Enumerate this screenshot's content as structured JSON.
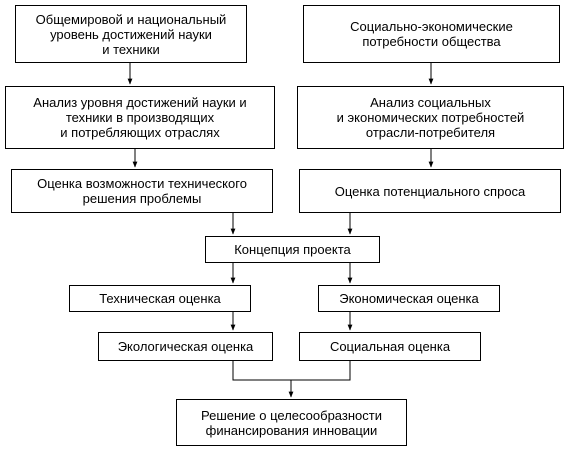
{
  "boxes": {
    "world_level": [
      "Общемировой и национальный",
      "уровень достижений науки",
      "и техники"
    ],
    "social_needs": [
      "Социально-экономические",
      "потребности общества"
    ],
    "analysis_science": [
      "Анализ уровня достижений науки и",
      "техники в производящих",
      "и потребляющих отраслях"
    ],
    "analysis_social": [
      "Анализ социальных",
      "и экономических потребностей",
      "отрасли-потребителя"
    ],
    "tech_possibility": [
      "Оценка возможности технического",
      "решения проблемы"
    ],
    "demand": [
      "Оценка потенциального спроса"
    ],
    "concept": [
      "Концепция проекта"
    ],
    "technical": [
      "Техническая оценка"
    ],
    "economic": [
      "Экономическая оценка"
    ],
    "ecological": [
      "Экологическая оценка"
    ],
    "social": [
      "Социальная оценка"
    ],
    "decision": [
      "Решение о целесообразности",
      "финансирования инновации"
    ]
  }
}
